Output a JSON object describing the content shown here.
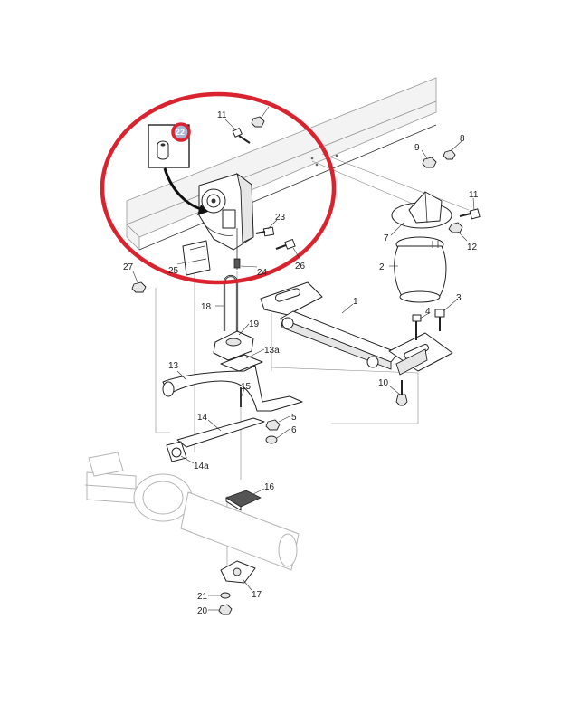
{
  "diagram": {
    "callouts": {
      "p1": "1",
      "p2": "2",
      "p3": "3",
      "p4": "4",
      "p5": "5",
      "p6": "6",
      "p7": "7",
      "p8": "8",
      "p9": "9",
      "p10": "10",
      "p11a": "11",
      "p11b": "11",
      "p12": "12",
      "p13": "13",
      "p13a": "13a",
      "p14": "14",
      "p14a": "14a",
      "p15": "15",
      "p16": "16",
      "p17": "17",
      "p18": "18",
      "p19": "19",
      "p20": "20",
      "p21": "21",
      "p22": "22",
      "p23": "23",
      "p24": "24",
      "p25": "25",
      "p26": "26",
      "p27": "27"
    },
    "highlight": {
      "color": "#d9232e",
      "badge_color": "#a9b7d6"
    }
  }
}
